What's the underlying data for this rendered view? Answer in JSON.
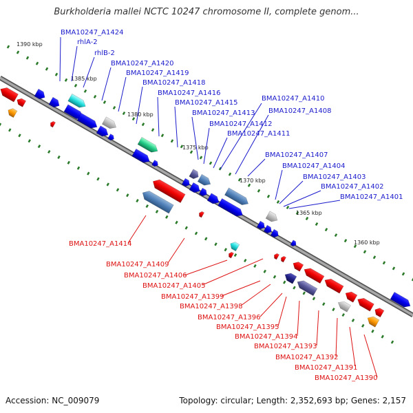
{
  "title": "Burkholderia mallei NCTC 10247 chromosome II, complete genom...",
  "footer": {
    "accession": "Accession: NC_009079",
    "summary": "Topology: circular; Length: 2,352,693 bp; Genes: 2,157"
  },
  "colors": {
    "forward_label": "#1a1acc",
    "reverse_label": "#dd1111",
    "backbone": "#808080",
    "tick": "#2a7a2a"
  },
  "ticks": [
    {
      "kbp": 1390,
      "label": "1390 kbp"
    },
    {
      "kbp": 1385,
      "label": "1385 kbp"
    },
    {
      "kbp": 1380,
      "label": "1380 kbp"
    },
    {
      "kbp": 1375,
      "label": "1375 kbp"
    },
    {
      "kbp": 1370,
      "label": "1370 kbp"
    },
    {
      "kbp": 1365,
      "label": "1365 kbp"
    },
    {
      "kbp": 1360,
      "label": "1360 kbp"
    }
  ],
  "forward_labels": [
    "BMA10247_A1424",
    "rhlA-2",
    "rhlB-2",
    "BMA10247_A1420",
    "BMA10247_A1419",
    "BMA10247_A1418",
    "BMA10247_A1416",
    "BMA10247_A1415",
    "BMA10247_A1413",
    "BMA10247_A1412",
    "BMA10247_A1411",
    "BMA10247_A1410",
    "BMA10247_A1408",
    "BMA10247_A1407",
    "BMA10247_A1404",
    "BMA10247_A1403",
    "BMA10247_A1402",
    "BMA10247_A1401"
  ],
  "reverse_labels": [
    "BMA10247_A1414",
    "BMA10247_A1409",
    "BMA10247_A1406",
    "BMA10247_A1405",
    "BMA10247_A1399",
    "BMA10247_A1398",
    "BMA10247_A1396",
    "BMA10247_A1395",
    "BMA10247_A1394",
    "BMA10247_A1393",
    "BMA10247_A1392",
    "BMA10247_A1391",
    "BMA10247_A1390"
  ]
}
